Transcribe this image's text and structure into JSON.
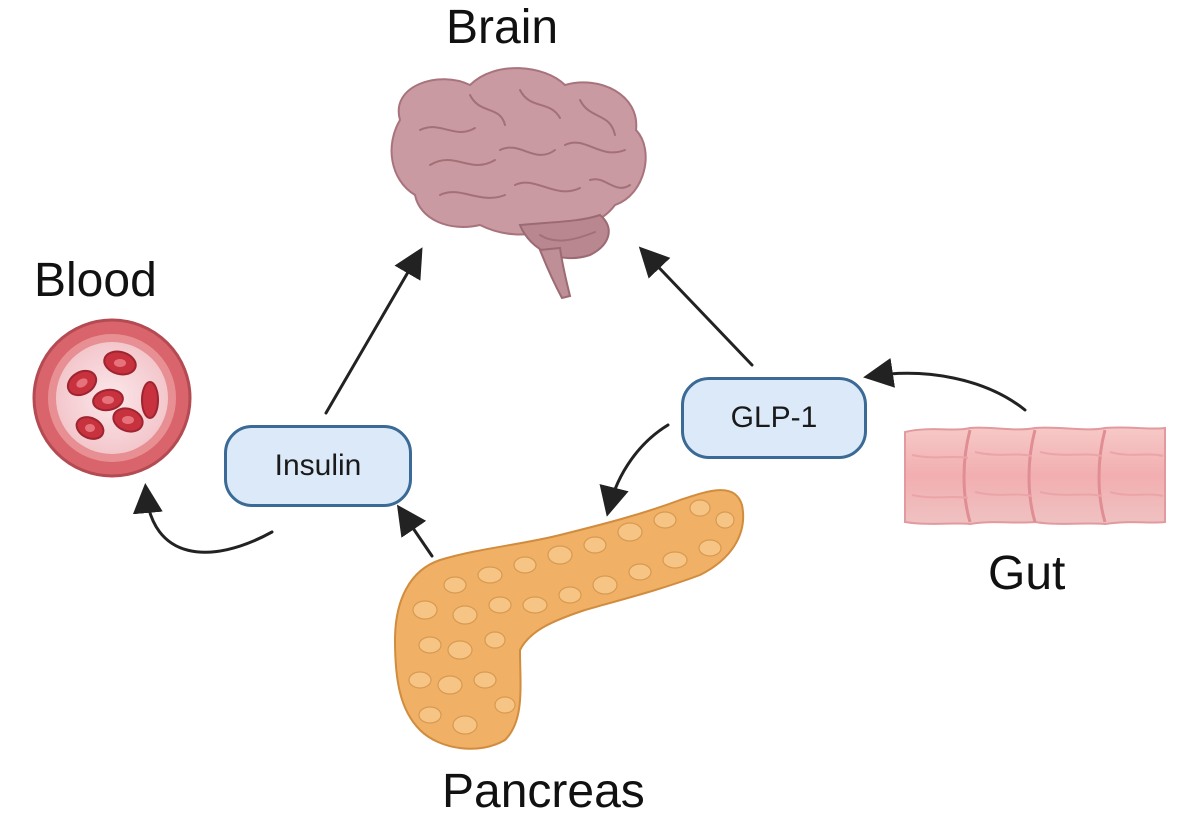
{
  "organs": {
    "brain": "Brain",
    "blood": "Blood",
    "gut": "Gut",
    "pancreas": "Pancreas"
  },
  "hormones": {
    "insulin": "Insulin",
    "glp1": "GLP-1"
  },
  "colors": {
    "hormone_fill": "#dce9f8",
    "hormone_border": "#3a6a95",
    "arrow": "#222222",
    "brain": "#c99aa1",
    "blood_vessel": "#d9646b",
    "gut": "#f2b8b8",
    "pancreas": "#f0b066"
  }
}
